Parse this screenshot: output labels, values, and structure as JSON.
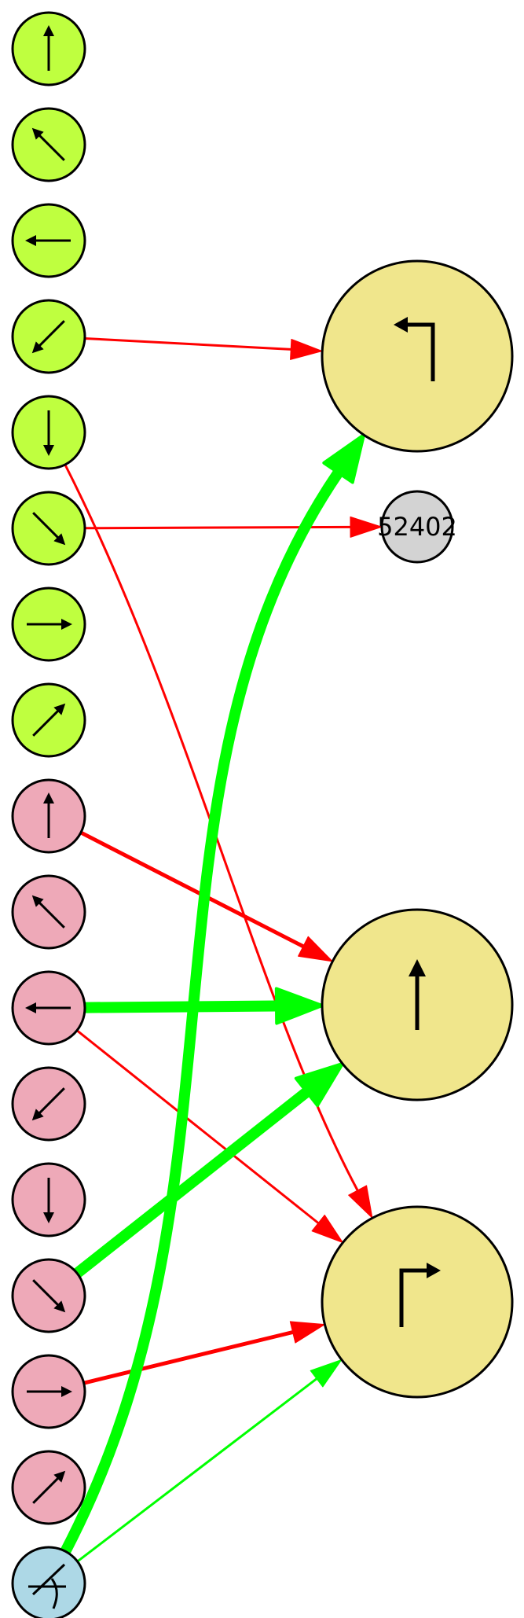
{
  "palette": {
    "lime": "#bfff3f",
    "pink": "#eea9b8",
    "blue": "#add8e6",
    "khaki": "#f0e68c",
    "gray": "#d3d3d3",
    "red": "#ff0000",
    "green": "#00ff00",
    "outline": "#000000"
  },
  "input_nodes": [
    {
      "id": "lime-up",
      "group": "lime",
      "icon": "arrow-up-icon"
    },
    {
      "id": "lime-up-left",
      "group": "lime",
      "icon": "arrow-up-left-icon"
    },
    {
      "id": "lime-left",
      "group": "lime",
      "icon": "arrow-left-icon"
    },
    {
      "id": "lime-down-left",
      "group": "lime",
      "icon": "arrow-down-left-icon"
    },
    {
      "id": "lime-down",
      "group": "lime",
      "icon": "arrow-down-icon"
    },
    {
      "id": "lime-down-right",
      "group": "lime",
      "icon": "arrow-down-right-icon"
    },
    {
      "id": "lime-right",
      "group": "lime",
      "icon": "arrow-right-icon"
    },
    {
      "id": "lime-up-right",
      "group": "lime",
      "icon": "arrow-up-right-icon"
    },
    {
      "id": "pink-up",
      "group": "pink",
      "icon": "arrow-up-icon"
    },
    {
      "id": "pink-up-left",
      "group": "pink",
      "icon": "arrow-up-left-icon"
    },
    {
      "id": "pink-left",
      "group": "pink",
      "icon": "arrow-left-icon"
    },
    {
      "id": "pink-down-left",
      "group": "pink",
      "icon": "arrow-down-left-icon"
    },
    {
      "id": "pink-down",
      "group": "pink",
      "icon": "arrow-down-icon"
    },
    {
      "id": "pink-down-right",
      "group": "pink",
      "icon": "arrow-down-right-icon"
    },
    {
      "id": "pink-right",
      "group": "pink",
      "icon": "arrow-right-icon"
    },
    {
      "id": "pink-up-right",
      "group": "pink",
      "icon": "arrow-up-right-icon"
    },
    {
      "id": "blue-junction",
      "group": "blue",
      "icon": "intersection-icon"
    }
  ],
  "output_nodes": [
    {
      "id": "turn-left",
      "group": "khaki",
      "icon": "turn-left-icon",
      "label": ""
    },
    {
      "id": "unknown",
      "group": "gray",
      "icon": "",
      "label": "52402"
    },
    {
      "id": "straight",
      "group": "khaki",
      "icon": "straight-icon",
      "label": ""
    },
    {
      "id": "turn-right",
      "group": "khaki",
      "icon": "turn-right-icon",
      "label": ""
    }
  ],
  "edges": [
    {
      "from": "lime-down-left",
      "to": "turn-left",
      "color": "red",
      "weight": "thin"
    },
    {
      "from": "lime-down",
      "to": "turn-right",
      "color": "red",
      "weight": "thin"
    },
    {
      "from": "lime-down-right",
      "to": "unknown",
      "color": "red",
      "weight": "thin"
    },
    {
      "from": "pink-up",
      "to": "straight",
      "color": "red",
      "weight": "medium"
    },
    {
      "from": "pink-left",
      "to": "straight",
      "color": "green",
      "weight": "heavy"
    },
    {
      "from": "pink-left",
      "to": "turn-right",
      "color": "red",
      "weight": "thin"
    },
    {
      "from": "pink-down-right",
      "to": "straight",
      "color": "green",
      "weight": "heavy"
    },
    {
      "from": "pink-right",
      "to": "turn-right",
      "color": "red",
      "weight": "medium"
    },
    {
      "from": "blue-junction",
      "to": "turn-left",
      "color": "green",
      "weight": "heavy"
    },
    {
      "from": "blue-junction",
      "to": "turn-right",
      "color": "green",
      "weight": "thin"
    }
  ]
}
